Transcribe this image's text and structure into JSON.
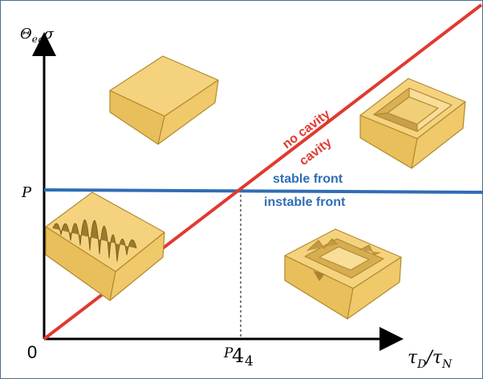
{
  "axes": {
    "y_label_main": "Θ",
    "y_label_sub": "eq",
    "y_label_end": "σ",
    "x_label_tau1": "τ",
    "x_label_sub1": "D",
    "x_label_slash": "/",
    "x_label_tau2": "τ",
    "x_label_sub2": "N",
    "origin_label": "0",
    "y_tick_label": "P",
    "x_tick_num": "P",
    "x_tick_den": "4"
  },
  "lines": {
    "diagonal_upper": "no cavity",
    "diagonal_lower": "cavity",
    "horizontal_upper": "stable front",
    "horizontal_lower": "instable front"
  },
  "colors": {
    "diagonal": "#e03a2f",
    "horizontal": "#2f6db5",
    "block_top": "#f5d37e",
    "block_side": "#e9bf5c",
    "block_edge": "#b28a2e"
  },
  "icons": [
    "solid-block-icon",
    "cavity-block-icon",
    "dendrite-block-icon",
    "broken-cavity-block-icon"
  ]
}
